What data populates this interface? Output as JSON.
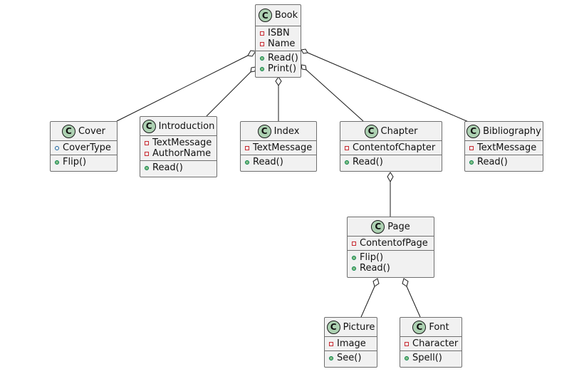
{
  "colors": {
    "class_fill": "#f1f1f1",
    "class_border": "#6f6f6f",
    "class_icon_fill": "#add1b2",
    "private_marker": "#c82930",
    "public_marker": "#84be84",
    "line": "#181818"
  },
  "classes": {
    "book": {
      "stereotype_letter": "C",
      "name": "Book",
      "attributes": [
        {
          "visibility": "private",
          "text": "ISBN"
        },
        {
          "visibility": "private",
          "text": "Name"
        }
      ],
      "methods": [
        {
          "visibility": "public",
          "text": "Read()"
        },
        {
          "visibility": "public",
          "text": "Print()"
        }
      ]
    },
    "cover": {
      "stereotype_letter": "C",
      "name": "Cover",
      "attributes": [
        {
          "visibility": "package",
          "text": "CoverType"
        }
      ],
      "methods": [
        {
          "visibility": "public",
          "text": "Flip()"
        }
      ]
    },
    "introduction": {
      "stereotype_letter": "C",
      "name": "Introduction",
      "attributes": [
        {
          "visibility": "private",
          "text": "TextMessage"
        },
        {
          "visibility": "private",
          "text": "AuthorName"
        }
      ],
      "methods": [
        {
          "visibility": "public",
          "text": "Read()"
        }
      ]
    },
    "index": {
      "stereotype_letter": "C",
      "name": "Index",
      "attributes": [
        {
          "visibility": "private",
          "text": "TextMessage"
        }
      ],
      "methods": [
        {
          "visibility": "public",
          "text": "Read()"
        }
      ]
    },
    "chapter": {
      "stereotype_letter": "C",
      "name": "Chapter",
      "attributes": [
        {
          "visibility": "private",
          "text": "ContentofChapter"
        }
      ],
      "methods": [
        {
          "visibility": "public",
          "text": "Read()"
        }
      ]
    },
    "bibliography": {
      "stereotype_letter": "C",
      "name": "Bibliography",
      "attributes": [
        {
          "visibility": "private",
          "text": "TextMessage"
        }
      ],
      "methods": [
        {
          "visibility": "public",
          "text": "Read()"
        }
      ]
    },
    "page": {
      "stereotype_letter": "C",
      "name": "Page",
      "attributes": [
        {
          "visibility": "private",
          "text": "ContentofPage"
        }
      ],
      "methods": [
        {
          "visibility": "public",
          "text": "Flip()"
        },
        {
          "visibility": "public",
          "text": "Read()"
        }
      ]
    },
    "picture": {
      "stereotype_letter": "C",
      "name": "Picture",
      "attributes": [
        {
          "visibility": "private",
          "text": "Image"
        }
      ],
      "methods": [
        {
          "visibility": "public",
          "text": "See()"
        }
      ]
    },
    "font": {
      "stereotype_letter": "C",
      "name": "Font",
      "attributes": [
        {
          "visibility": "private",
          "text": "Character"
        }
      ],
      "methods": [
        {
          "visibility": "public",
          "text": "Spell()"
        }
      ]
    }
  },
  "relations": [
    {
      "type": "aggregation",
      "whole": "Book",
      "part": "Cover"
    },
    {
      "type": "aggregation",
      "whole": "Book",
      "part": "Introduction"
    },
    {
      "type": "aggregation",
      "whole": "Book",
      "part": "Index"
    },
    {
      "type": "aggregation",
      "whole": "Book",
      "part": "Chapter"
    },
    {
      "type": "aggregation",
      "whole": "Book",
      "part": "Bibliography"
    },
    {
      "type": "aggregation",
      "whole": "Chapter",
      "part": "Page"
    },
    {
      "type": "aggregation",
      "whole": "Page",
      "part": "Picture"
    },
    {
      "type": "aggregation",
      "whole": "Page",
      "part": "Font"
    }
  ]
}
